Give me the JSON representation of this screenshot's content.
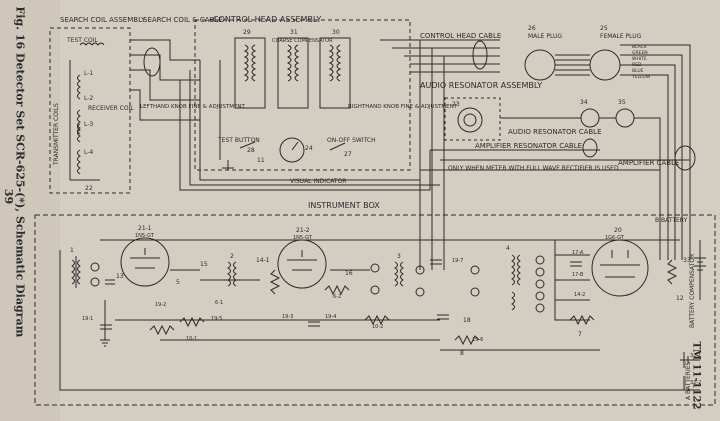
{
  "page": {
    "side_caption": "Fig. 16 Detector Set SCR-625-(*), Schematic Diagram",
    "page_number": "39",
    "tm_number": "TM 11-1122"
  },
  "sections": {
    "search_coil_assembly": "SEARCH COIL ASSEMBLY",
    "search_coil_cable": "SEARCH COIL & CABLE",
    "control_head_assembly": "CONTROL HEAD ASSEMBLY",
    "control_head_cable": "CONTROL HEAD CABLE",
    "audio_resonator_assembly": "AUDIO RESONATOR ASSEMBLY",
    "audio_resonator_cable": "AUDIO RESONATOR CABLE",
    "amplifier_resonator_cable": "AMPLIFIER RESONATOR CABLE",
    "amplifier_cable": "AMPLIFIER CABLE",
    "instrument_box": "INSTRUMENT BOX",
    "meter_note": "ONLY WHEN METER WITH FULL WAVE RECTIFIER IS USED"
  },
  "labels": {
    "test_coil": "TEST COIL",
    "transmitter_coils": "TRANSMITTER COILS",
    "receiver_coil": "RECEIVER COIL",
    "l1": "L-1",
    "l2": "L-2",
    "l3": "L-3",
    "l4": "L-4",
    "n22": "22",
    "lefthand_knob": "LEFTHAND KNOB FINE & ADJUSTMENT",
    "righthand_knob": "RIGHTHAND KNOB FINE & ADJUSTMENT",
    "test_button": "TEST BUTTON",
    "on_off_switch": "ON-OFF SWITCH",
    "visual_indicator": "VISUAL INDICATOR",
    "n29": "29",
    "n31": "31",
    "n30": "30",
    "coarse_compensator": "COARSE COMPENSATOR",
    "n28": "28",
    "n11": "11",
    "n24": "24",
    "n27": "27",
    "male_plug_26": "26",
    "male_plug": "MALE PLUG",
    "female_plug_25": "25",
    "female_plug": "FEMALE PLUG",
    "male_plug_34": "34",
    "female_plug_35": "35",
    "n23": "23",
    "wire_colors": [
      "BLACK",
      "GREEN",
      "WHITE",
      "RED",
      "BLUE",
      "YELLOW"
    ],
    "tube_21_1": "21-1",
    "tube_21_1_type": "1N5-GT",
    "tube_21_2": "21-2",
    "tube_21_2_type": "1N5-GT",
    "tube_20": "20",
    "tube_20_type": "1G6-GT",
    "b_battery": "B BATTERY",
    "a_batteries": "A BATTERIES",
    "battery_compensator": "BATTERY COMPENSATOR",
    "n33": "33",
    "n32_1": "32-1",
    "n32_2": "32-2",
    "n12": "12",
    "n1": "1",
    "n13": "13",
    "n15": "15",
    "n2": "2",
    "n5": "5",
    "n14_1": "14-1",
    "n16": "16",
    "n3": "3",
    "n4": "4",
    "n7": "7",
    "n8": "8",
    "n18": "18",
    "n17a": "17-A",
    "n17b": "17-B",
    "n14_2": "14-2",
    "n19_7": "19-7",
    "n19_1": "19-1",
    "n19_2": "19-2",
    "n19_3": "19-3",
    "n19_4": "19-4",
    "n19_5": "19-5",
    "n19_6": "19-6",
    "n6_1": "6-1",
    "n6_2": "6-2",
    "n10_1": "10-1",
    "n10_2": "10-2"
  }
}
